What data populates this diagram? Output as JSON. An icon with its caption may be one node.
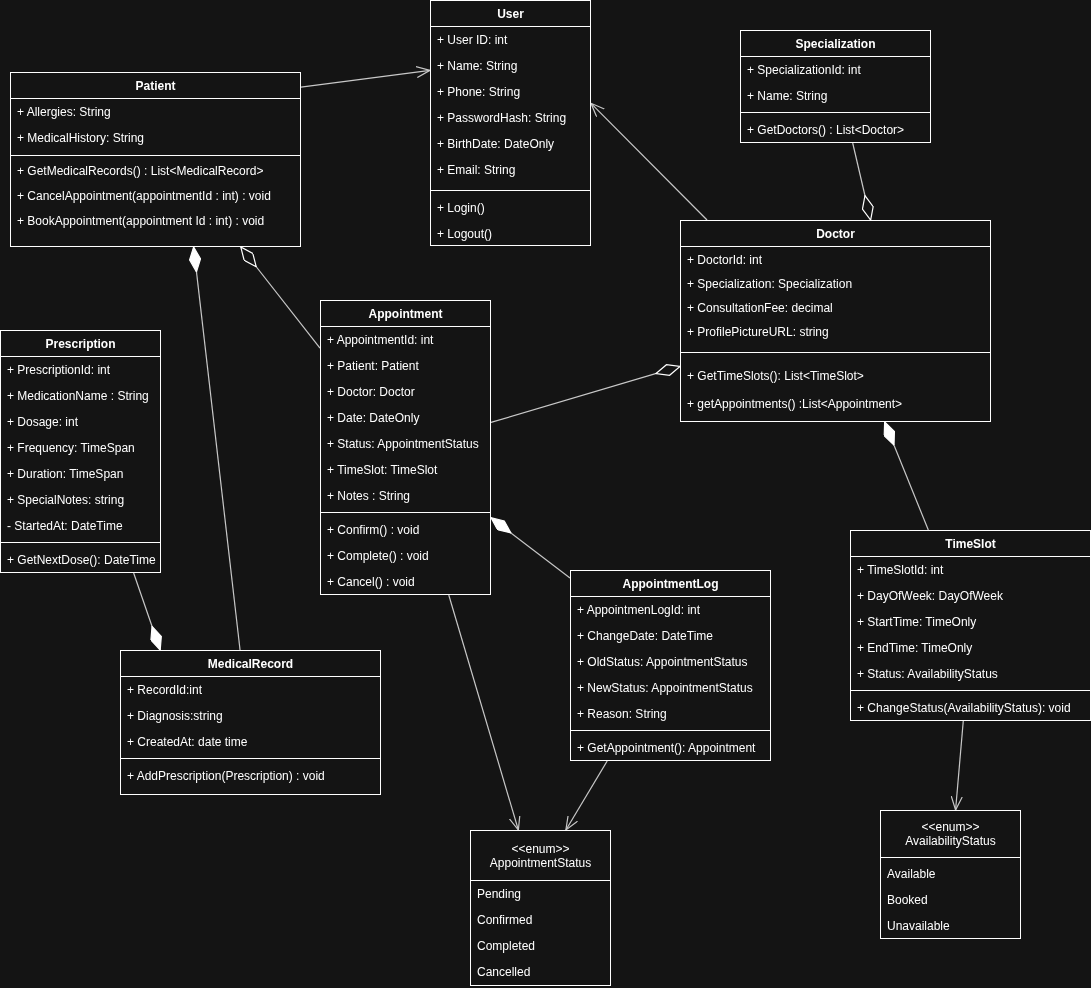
{
  "diagram": {
    "nodes": [
      {
        "text": [
          "User",
          "+ User ID: int",
          "+ Name: String",
          "+ Phone: String",
          "+ PasswordHash: String",
          "+ BirthDate: DateOnly",
          "+ Email: String",
          "+ Login()",
          "+ Logout()"
        ]
      },
      {
        "text": [
          "Specialization",
          "+ SpecializationId: int",
          "+ Name: String",
          "+ GetDoctors() : List<Doctor>"
        ]
      },
      {
        "text": [
          "Patient",
          "+ Allergies: String",
          "+ MedicalHistory: String",
          "+ GetMedicalRecords() : List<MedicalRecord>",
          "+ CancelAppointment(appointmentId : int) : void",
          "+ BookAppointment(appointment Id : int) : void"
        ]
      },
      {
        "text": [
          "Doctor",
          "+ DoctorId: int",
          "+ Specialization: Specialization",
          "+ ConsultationFee: decimal",
          "+ ProfilePictureURL: string",
          "+ GetTimeSlots(): List<TimeSlot>",
          "+ getAppointments() :List<Appointment>"
        ]
      },
      {
        "text": [
          "Appointment",
          "+ AppointmentId: int",
          "+ Patient: Patient",
          "+ Doctor: Doctor",
          "+ Date: DateOnly",
          "+ Status: AppointmentStatus",
          "+ TimeSlot: TimeSlot",
          "+ Notes : String",
          "+ Confirm() : void",
          "+ Complete() : void",
          "+ Cancel() : void"
        ]
      },
      {
        "text": [
          "Prescription",
          "+ PrescriptionId: int",
          "+ MedicationName : String",
          "+ Dosage: int",
          "+ Frequency: TimeSpan",
          "+ Duration: TimeSpan",
          "+ SpecialNotes: string",
          "- StartedAt: DateTime",
          "+ GetNextDose(): DateTime"
        ]
      },
      {
        "text": [
          "TimeSlot",
          "+ TimeSlotId: int",
          "+ DayOfWeek: DayOfWeek",
          "+ StartTime: TimeOnly",
          "+ EndTime: TimeOnly",
          "+ Status: AvailabilityStatus",
          "+ ChangeStatus(AvailabilityStatus): void"
        ]
      },
      {
        "text": [
          "AppointmentLog",
          "+ AppointmenLogId: int",
          "+ ChangeDate: DateTime",
          "+ OldStatus: AppointmentStatus",
          "+ NewStatus: AppointmentStatus",
          "+ Reason: String",
          "+ GetAppointment(): Appointment"
        ]
      },
      {
        "text": [
          "MedicalRecord",
          "+ RecordId:int",
          "+ Diagnosis:string",
          "+ CreatedAt: date time",
          "+ AddPrescription(Prescription) : void"
        ]
      },
      {
        "text": [
          "<<enum>>",
          "AppointmentStatus",
          "Pending",
          "Confirmed",
          "Completed",
          "Cancelled"
        ]
      },
      {
        "text": [
          "<<enum>>",
          "AvailabilityStatus",
          "Available",
          "Booked",
          "Unavailable"
        ]
      }
    ],
    "edges": [
      {
        "from": 2,
        "to": 0,
        "arrow": "to"
      },
      {
        "from": 3,
        "to": 0,
        "arrow": "to"
      },
      {
        "from": 1,
        "to": 3,
        "arrow": "other"
      },
      {
        "from": 4,
        "to": 2,
        "arrow": "other"
      },
      {
        "from": 8,
        "to": 2,
        "arrow": "other"
      },
      {
        "from": 4,
        "to": 3,
        "arrow": "other"
      },
      {
        "from": 6,
        "to": 3,
        "arrow": "other"
      },
      {
        "from": 5,
        "to": 8,
        "arrow": "other"
      },
      {
        "from": 7,
        "to": 4,
        "arrow": "other"
      },
      {
        "from": 4,
        "to": 9,
        "arrow": "to"
      },
      {
        "from": 7,
        "to": 9,
        "arrow": "to"
      },
      {
        "from": 6,
        "to": 10,
        "arrow": "to"
      }
    ]
  }
}
